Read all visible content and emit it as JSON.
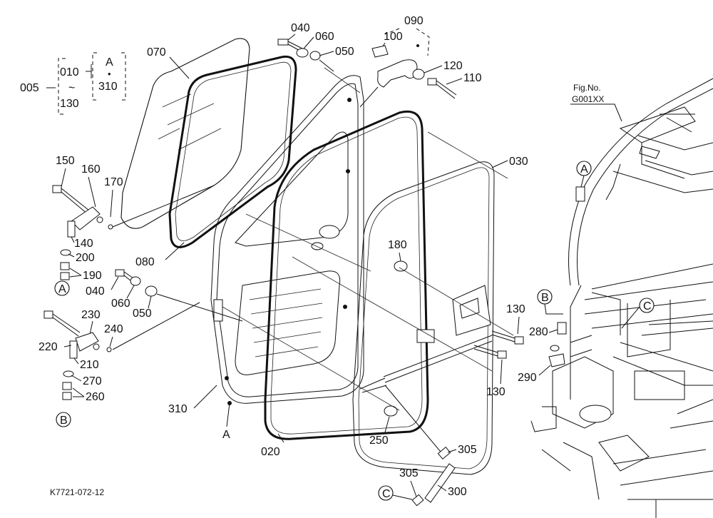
{
  "callouts": {
    "c005": "005",
    "c010": "010",
    "c130a": "130",
    "cA_top": "A",
    "c310a": "310",
    "tilde": "~",
    "dot": "•",
    "c070": "070",
    "c040a": "040",
    "c060a": "060",
    "c050a": "050",
    "c090": "090",
    "c100": "100",
    "c120": "120",
    "c110": "110",
    "c030": "030",
    "c150": "150",
    "c160": "160",
    "c170": "170",
    "c140": "140",
    "c200": "200",
    "c190": "190",
    "c080": "080",
    "c040b": "040",
    "c060b": "060",
    "c050b": "050",
    "c180": "180",
    "c230": "230",
    "c240": "240",
    "c220": "220",
    "c210": "210",
    "c270": "270",
    "c260": "260",
    "c310b": "310",
    "c020": "020",
    "c250": "250",
    "c130b": "130",
    "c130c": "130",
    "c280": "280",
    "c290": "290",
    "c305a": "305",
    "c305b": "305",
    "c300": "300",
    "c_A_below": "A"
  },
  "circled_refs": {
    "A1": "A",
    "B1": "B",
    "A2": "A",
    "B2": "B",
    "C1": "C",
    "C2": "C"
  },
  "fig_no": {
    "label": "Fig.No.",
    "code": "G001XX"
  },
  "drawing_code": "K7721-072-12"
}
